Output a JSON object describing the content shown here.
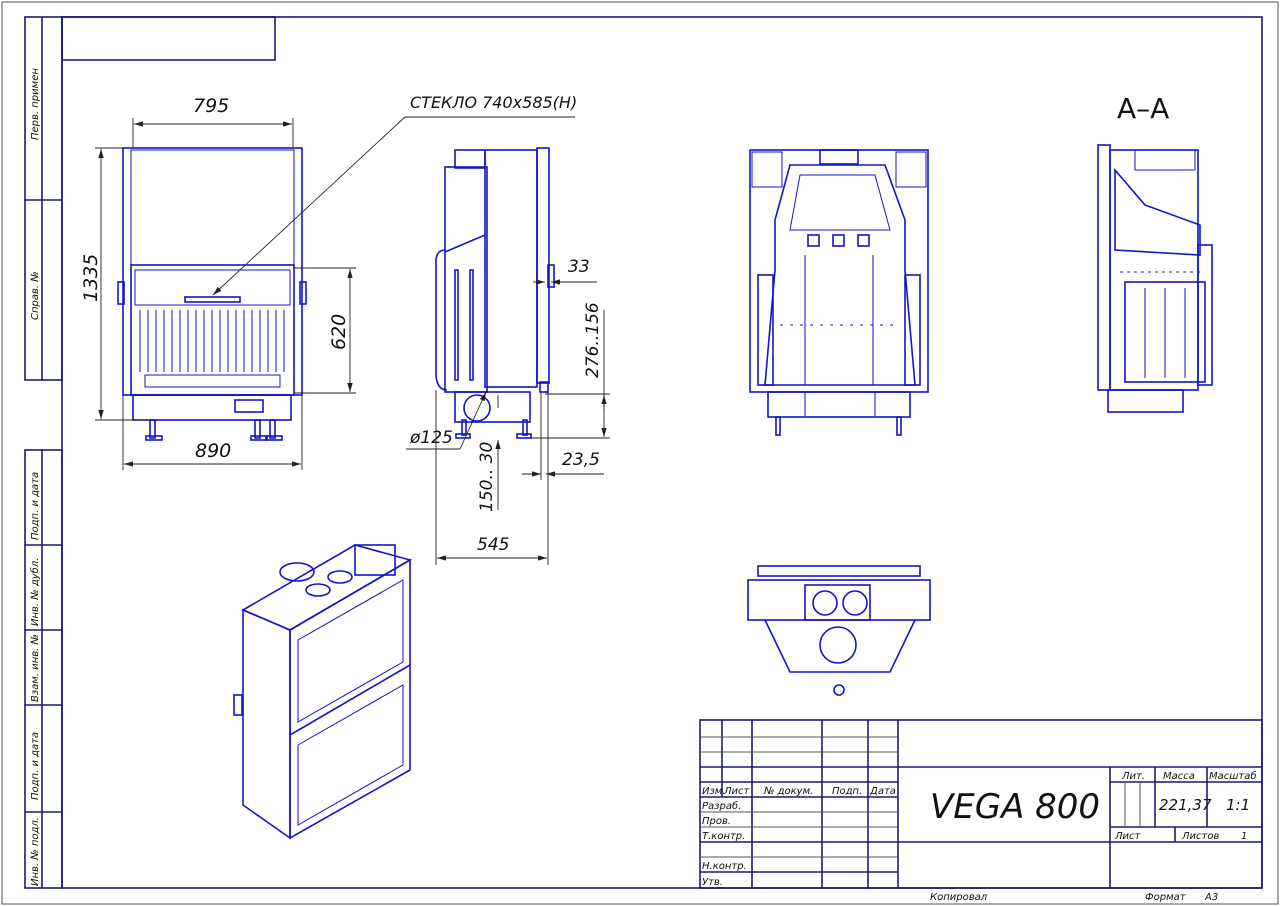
{
  "drawing": {
    "title": "VEGA 800",
    "section_label": "А–А",
    "glass_note": "СТЕКЛО  740x585(H)",
    "dimensions": {
      "width_top": "795",
      "height_total": "1335",
      "glass_height": "620",
      "width_bottom": "890",
      "diameter": "ø125",
      "offset_33": "33",
      "range_276": "276..156",
      "offset_23": "23,5",
      "range_150": "150.. 30",
      "depth": "545"
    }
  },
  "side_strip": [
    "Перв. примен",
    "Справ. №",
    "Подп. и дата",
    "Инв. № дубл.",
    "Взам. инв. №",
    "Подп. и дата",
    "Инв. № подл."
  ],
  "title_block": {
    "headers": [
      "Изм.",
      "Лист",
      "№ докум.",
      "Подп.",
      "Дата"
    ],
    "roles": [
      "Разраб.",
      "Пров.",
      "Т.контр.",
      "Н.контр.",
      "Утв."
    ],
    "lit_label": "Лит.",
    "mass_label": "Масса",
    "scale_label": "Масштаб",
    "mass_value": "221,37",
    "scale_value": "1:1",
    "sheet_label": "Лист",
    "sheets_label": "Листов",
    "sheets_value": "1",
    "copied_label": "Копировал",
    "format_label": "Формат",
    "format_value": "А3"
  },
  "colors": {
    "line": "#1414c8",
    "frame": "#1a1a7a"
  }
}
